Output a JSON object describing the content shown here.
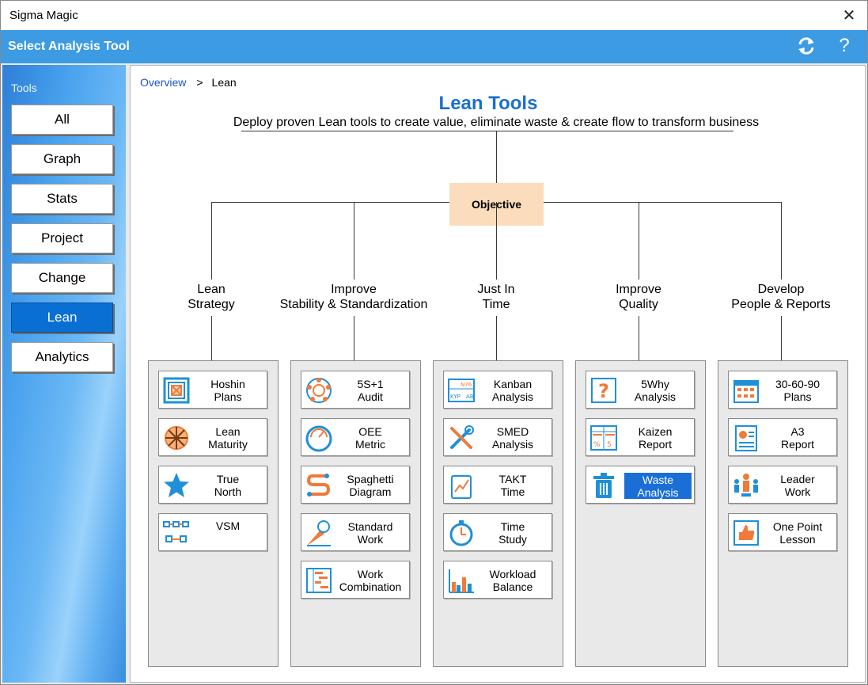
{
  "window": {
    "title": "Sigma Magic",
    "close_glyph": "✕"
  },
  "header": {
    "title": "Select Analysis Tool",
    "refresh_icon": "refresh-icon",
    "help_glyph": "?"
  },
  "sidebar": {
    "label": "Tools",
    "items": [
      {
        "label": "All",
        "active": false
      },
      {
        "label": "Graph",
        "active": false
      },
      {
        "label": "Stats",
        "active": false
      },
      {
        "label": "Project",
        "active": false
      },
      {
        "label": "Change",
        "active": false
      },
      {
        "label": "Lean",
        "active": true
      },
      {
        "label": "Analytics",
        "active": false
      }
    ]
  },
  "breadcrumb": {
    "root": "Overview",
    "separator": ">",
    "current": "Lean"
  },
  "main": {
    "title": "Lean Tools",
    "subtitle": "Deploy proven Lean tools to create value, eliminate waste & create flow to transform business",
    "objective": "Objective",
    "categories": [
      {
        "line1": "Lean",
        "line2": "Strategy",
        "tools": [
          {
            "label": "Hoshin\nPlans",
            "icon": "hoshin-plans-icon"
          },
          {
            "label": "Lean\nMaturity",
            "icon": "lean-maturity-icon"
          },
          {
            "label": "True\nNorth",
            "icon": "star-icon"
          },
          {
            "label": "VSM",
            "icon": "vsm-icon"
          }
        ]
      },
      {
        "line1": "Improve",
        "line2": "Stability & Standardization",
        "tools": [
          {
            "label": "5S+1\nAudit",
            "icon": "five-s-audit-icon"
          },
          {
            "label": "OEE\nMetric",
            "icon": "oee-gauge-icon"
          },
          {
            "label": "Spaghetti\nDiagram",
            "icon": "spaghetti-diagram-icon"
          },
          {
            "label": "Standard\nWork",
            "icon": "standard-work-icon"
          },
          {
            "label": "Work\nCombination",
            "icon": "work-combination-icon"
          }
        ]
      },
      {
        "line1": "Just In",
        "line2": "Time",
        "tools": [
          {
            "label": "Kanban\nAnalysis",
            "icon": "kanban-card-icon",
            "icon_text": [
              "N76",
              "KYP",
              "AB"
            ]
          },
          {
            "label": "SMED\nAnalysis",
            "icon": "tools-wrench-icon"
          },
          {
            "label": "TAKT\nTime",
            "icon": "takt-time-icon"
          },
          {
            "label": "Time\nStudy",
            "icon": "stopwatch-icon"
          },
          {
            "label": "Workload\nBalance",
            "icon": "bar-chart-icon"
          }
        ]
      },
      {
        "line1": "Improve",
        "line2": "Quality",
        "tools": [
          {
            "label": "5Why\nAnalysis",
            "icon": "question-icon",
            "icon_text": [
              "?"
            ]
          },
          {
            "label": "Kaizen\nReport",
            "icon": "kaizen-report-icon",
            "icon_text": [
              "%",
              "5"
            ]
          },
          {
            "label": "Waste\nAnalysis",
            "icon": "trash-can-icon",
            "selected": true
          }
        ]
      },
      {
        "line1": "Develop",
        "line2": "People & Reports",
        "tools": [
          {
            "label": "30-60-90\nPlans",
            "icon": "calendar-icon"
          },
          {
            "label": "A3\nReport",
            "icon": "a3-report-icon"
          },
          {
            "label": "Leader\nWork",
            "icon": "leader-team-icon"
          },
          {
            "label": "One Point\nLesson",
            "icon": "thumbs-up-icon"
          }
        ]
      }
    ]
  },
  "colors": {
    "accent": "#3c9be3",
    "title_blue": "#1a6fcf",
    "selected": "#1a6fd6",
    "objective_bg": "#fbdcbc",
    "icon_orange": "#f07a3a",
    "icon_blue": "#1f8fd8"
  }
}
